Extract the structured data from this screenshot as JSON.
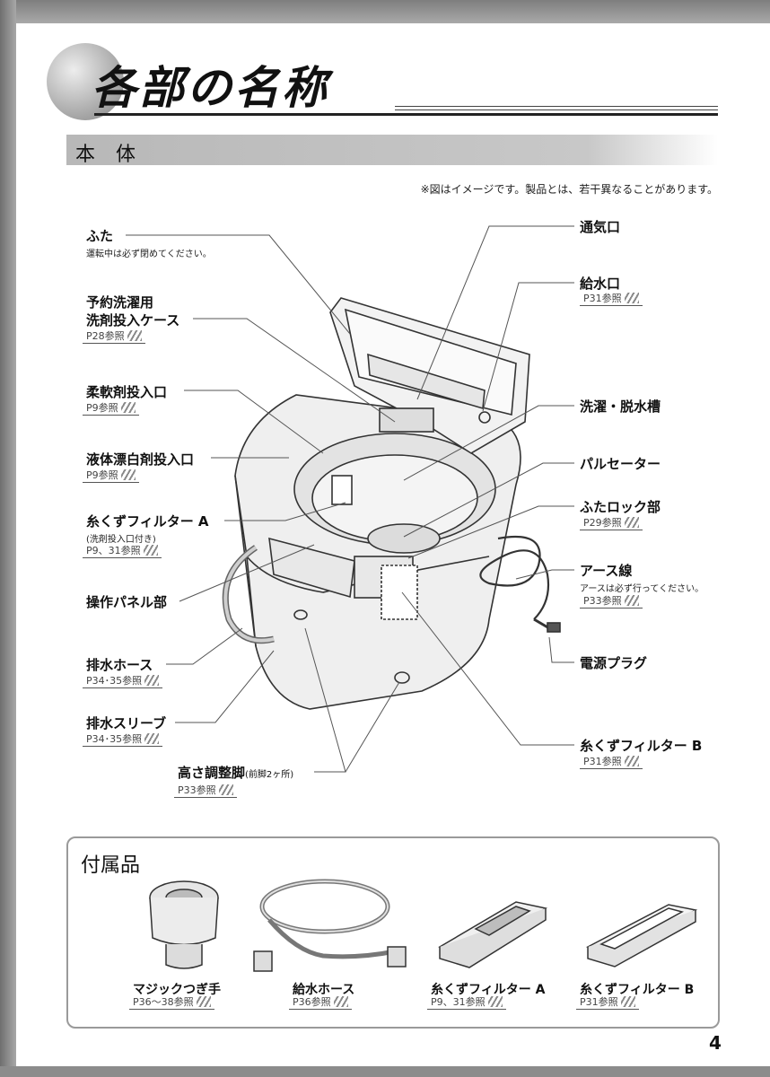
{
  "header": {
    "title": "各部の名称",
    "section": "本 体",
    "note": "※図はイメージです。製品とは、若干異なることがあります。"
  },
  "left_parts": [
    {
      "label": "ふた",
      "sub": "運転中は必ず閉めてください。"
    },
    {
      "label_lines": [
        "予約洗濯用",
        "洗剤投入ケース"
      ],
      "ref": "P28参照"
    },
    {
      "label": "柔軟剤投入口",
      "ref": "P9参照"
    },
    {
      "label": "液体漂白剤投入口",
      "ref": "P9参照"
    },
    {
      "label": "糸くずフィルター A",
      "sub": "(洗剤投入口付き)",
      "ref": "P9、31参照"
    },
    {
      "label": "操作パネル部"
    },
    {
      "label": "排水ホース",
      "ref": "P34･35参照"
    },
    {
      "label": "排水スリーブ",
      "ref": "P34･35参照"
    }
  ],
  "bottom_part": {
    "label": "高さ調整脚",
    "sub": "(前脚2ヶ所)",
    "ref": "P33参照"
  },
  "right_parts": [
    {
      "label": "通気口"
    },
    {
      "label": "給水口",
      "ref": "P31参照"
    },
    {
      "label": "洗濯・脱水槽"
    },
    {
      "label": "パルセーター"
    },
    {
      "label": "ふたロック部",
      "ref": "P29参照"
    },
    {
      "label": "アース線",
      "sub": "アースは必ず行ってください。",
      "ref": "P33参照"
    },
    {
      "label": "電源プラグ"
    },
    {
      "label": "糸くずフィルター B",
      "ref": "P31参照"
    }
  ],
  "accessories": {
    "title": "付属品",
    "items": [
      {
        "label": "マジックつぎ手",
        "ref": "P36～38参照",
        "icon": "joint-icon"
      },
      {
        "label": "給水ホース",
        "ref": "P36参照",
        "icon": "hose-icon"
      },
      {
        "label": "糸くずフィルター A",
        "ref": "P9、31参照",
        "icon": "filter-a-icon"
      },
      {
        "label": "糸くずフィルター B",
        "ref": "P31参照",
        "icon": "filter-b-icon"
      }
    ]
  },
  "page_number": "4"
}
